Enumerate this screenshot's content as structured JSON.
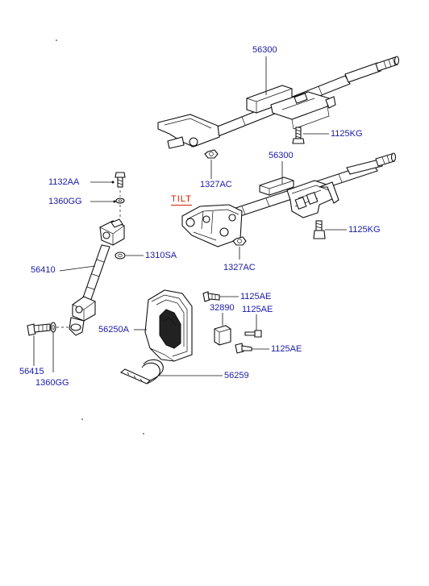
{
  "diagram": {
    "labels": {
      "col_upper": "56300",
      "bolt_upper": "1125KG",
      "nut_upper": "1327AC",
      "col_lower": "56300",
      "tilt": "TILT",
      "bolt_lower": "1125KG",
      "nut_lower": "1327AC",
      "bolt_1132": "1132AA",
      "washer_1360_top": "1360GG",
      "nut_1310": "1310SA",
      "shaft_56410": "56410",
      "screw_1125ae_a": "1125AE",
      "pad_32890": "32890",
      "screw_1125ae_b": "1125AE",
      "cover_56250": "56250A",
      "screw_1125ae_c": "1125AE",
      "bolt_56415": "56415",
      "washer_1360_bottom": "1360GG",
      "clamp_56259": "56259"
    },
    "colors": {
      "label": "#1a1aa8",
      "tilt": "#cc2200",
      "line": "#111111"
    }
  }
}
